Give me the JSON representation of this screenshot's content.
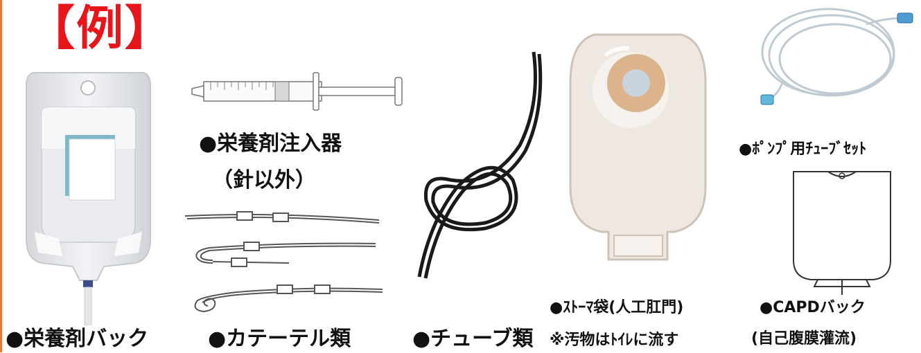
{
  "title": "【例】",
  "labels": {
    "nutrient_bag": "●栄養剤バック",
    "syringe": "●栄養剤注入器",
    "syringe_note": "（針以外）",
    "catheter": "●カテーテル類",
    "tube": "●チューブ類",
    "stoma": "●ｽﾄｰﾏ袋(人工肛門)",
    "stoma_note": "※汚物はﾄｲﾚに流す",
    "pump_tube": "●ﾎﾟﾝﾌﾟ用ﾁｭｰﾌﾞｾｯﾄ",
    "capd": "●CAPDバック",
    "capd_note": "(自己腹膜灌流)"
  },
  "icons": [
    "nutrient-bag-icon",
    "syringe-icon",
    "catheter-icon",
    "tube-icon",
    "stoma-bag-icon",
    "pump-tube-set-icon",
    "capd-bag-icon"
  ],
  "colors": {
    "title": "#e8151b",
    "accent_bar": "#e07b39",
    "label_blue": "#5ab0c8",
    "stoma_ring": "#d9a877"
  }
}
